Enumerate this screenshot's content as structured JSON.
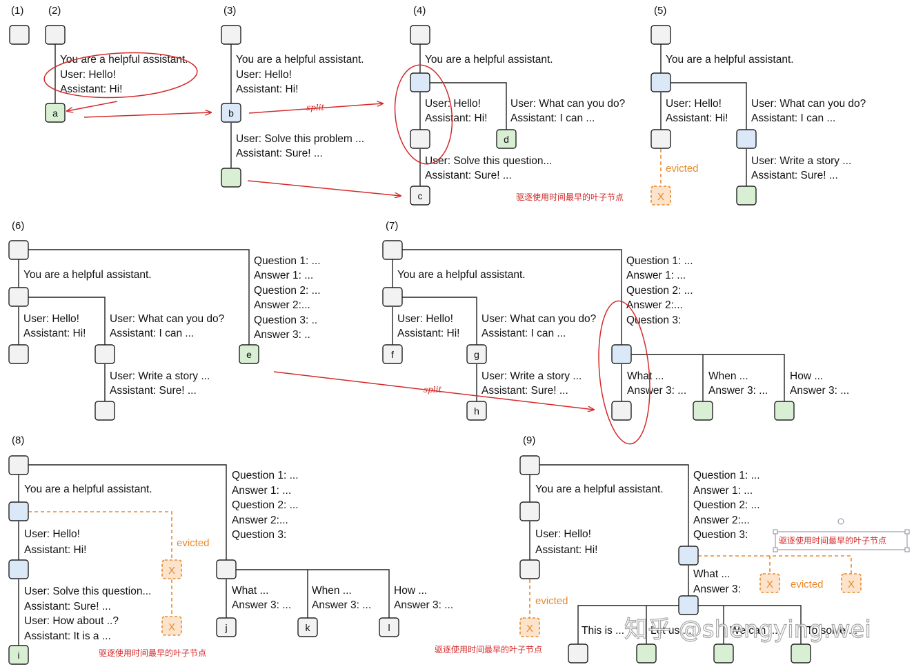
{
  "panels": [
    "(1)",
    "(2)",
    "(3)",
    "(4)",
    "(5)",
    "(6)",
    "(7)",
    "(8)",
    "(9)"
  ],
  "node_labels": [
    "a",
    "b",
    "c",
    "d",
    "e",
    "f",
    "g",
    "h",
    "i",
    "j",
    "k",
    "l"
  ],
  "x_mark": "X",
  "evicted": "evicted",
  "split": "split",
  "evict_note": "驱逐使用时间最早的叶子节点",
  "watermark": "知乎 @shengying.wei",
  "text": {
    "sys": "You are a helpful assistant.",
    "user_hello": "User: Hello!",
    "assistant_hi": "Assistant: Hi!",
    "user_solve_problem": "User: Solve this problem ...",
    "user_solve_question": "User: Solve this question...",
    "assistant_sure": "Assistant: Sure! ...",
    "user_what_can": "User: What can you do?",
    "assistant_i_can": "Assistant: I can ...",
    "user_write_story": "User: Write a story ...",
    "user_how_about": "User: How about ..?",
    "assistant_it_is": "Assistant: It is a ...",
    "q1": "Question 1: ...",
    "a1": "Answer 1: ...",
    "q2": "Question 2: ...",
    "a2": "Answer 2:...",
    "q3_dots": "Question 3: ..",
    "a3_dots": "Answer 3: ..",
    "q3": "Question 3:",
    "what": "What ...",
    "when": "When ...",
    "how": "How ...",
    "ans3": "Answer 3: ...",
    "ans3_short": "Answer 3:",
    "this_is": "This is ...",
    "let_us": "Let us ...",
    "we_can": "We can ...",
    "to_solve": "To solve ..."
  },
  "colors": {
    "node_gray": "#f2f2f2",
    "node_blue": "#dbe8f7",
    "node_green": "#d9efd4",
    "evict_orange": "#e8892a",
    "evict_fill": "#fce3cc",
    "annotation_red": "#d42a2a"
  }
}
